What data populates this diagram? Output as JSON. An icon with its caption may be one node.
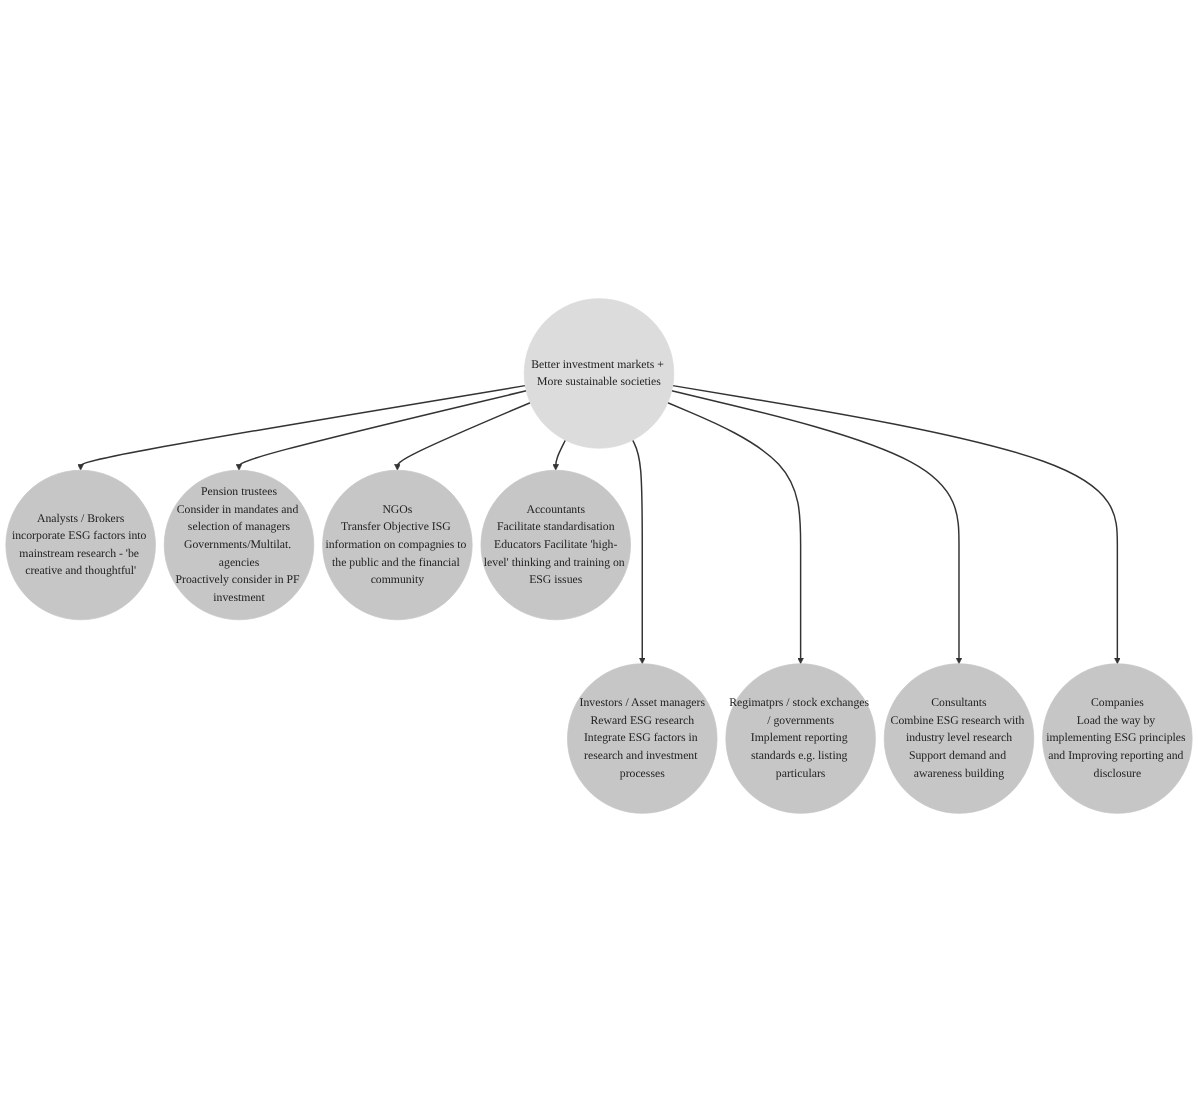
{
  "diagram": {
    "nodes": [
      {
        "text": [
          "Better investment markets + More sustainable societies"
        ]
      },
      {
        "text": [
          "Analysts / Brokers",
          "incorporate ESG factors into mainstream research - 'be creative and thoughtful'"
        ]
      },
      {
        "text": [
          "Investors / Asset managers",
          "Reward ESG research",
          "Integrate ESG factors in research and investment processes"
        ]
      },
      {
        "text": [
          "Pension trustees",
          "Consider in mandates and selection of managers",
          "Governments/Multilat. agencies",
          "Proactively consider in PF investment"
        ]
      },
      {
        "text": [
          "Regimatprs / stock exchanges / governments",
          "Implement reporting standards e.g. listing particulars"
        ]
      },
      {
        "text": [
          "NGOs",
          "Transfer Objective ISG information on compagnies to the public and the financial community"
        ]
      },
      {
        "text": [
          "Consultants",
          "Combine ESG research with industry level research",
          "Support demand and awareness building"
        ]
      },
      {
        "text": [
          "Accountants",
          "Facilitate standardisation",
          "Educators Facilitate 'high-level' thinking and training on ESG issues"
        ]
      },
      {
        "text": [
          "Companies",
          "Load the way by implementing ESG principles and Improving reporting and disclosure"
        ]
      }
    ],
    "edges": [
      {
        "from": 0,
        "to": 1,
        "arrow": "to"
      },
      {
        "from": 0,
        "to": 2,
        "arrow": "to"
      },
      {
        "from": 0,
        "to": 3,
        "arrow": "to"
      },
      {
        "from": 0,
        "to": 4,
        "arrow": "to"
      },
      {
        "from": 0,
        "to": 5,
        "arrow": "to"
      },
      {
        "from": 0,
        "to": 6,
        "arrow": "to"
      },
      {
        "from": 0,
        "to": 7,
        "arrow": "to"
      },
      {
        "from": 0,
        "to": 8,
        "arrow": "to"
      }
    ]
  }
}
